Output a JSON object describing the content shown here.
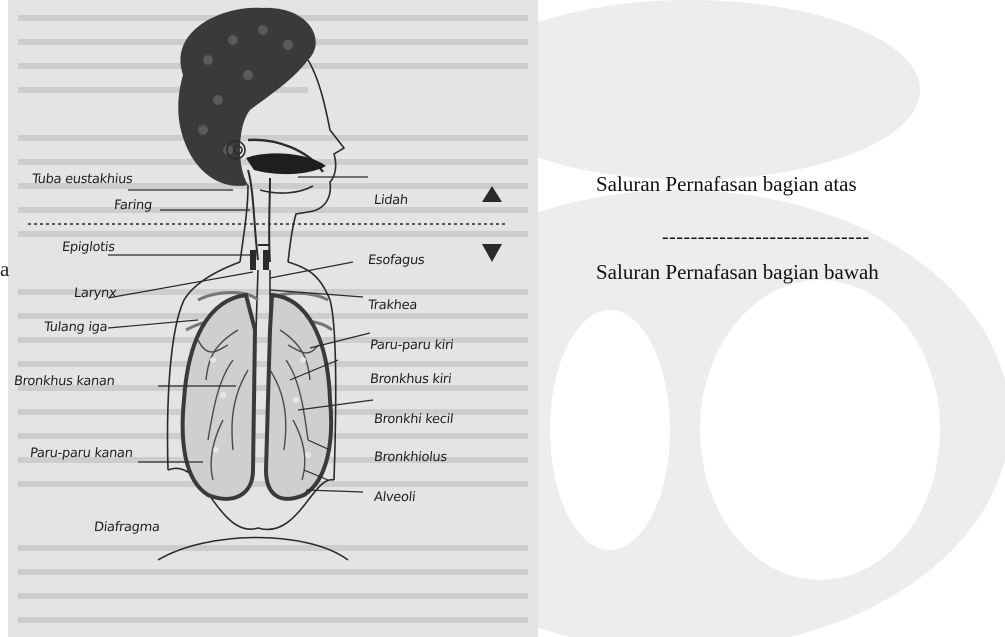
{
  "figure": {
    "labels_left": {
      "tuba": "Tuba eustakhius",
      "faring": "Faring",
      "epiglotis": "Epiglotis",
      "larynx": "Larynx",
      "tulang_iga": "Tulang iga",
      "bronkhus_kanan": "Bronkhus kanan",
      "paru_kanan": "Paru-paru kanan",
      "diafragma": "Diafragma"
    },
    "labels_right": {
      "lidah": "Lidah",
      "esofagus": "Esofagus",
      "trakhea": "Trakhea",
      "paru_kiri": "Paru-paru kiri",
      "bronkhus_kiri": "Bronkhus kiri",
      "bronkhi_kecil": "Bronkhi kecil",
      "bronkhiolus": "Bronkhiolus",
      "alveoli": "Alveoli"
    }
  },
  "captions": {
    "upper": "Saluran Pernafasan bagian atas",
    "divider": "-----------------------------",
    "lower": "Saluran Pernafasan bagian bawah"
  },
  "stray_char": "a",
  "colors": {
    "figure_bg": "#e4e4e4",
    "watermark": "#ececec",
    "ink": "#2a2a2a"
  }
}
